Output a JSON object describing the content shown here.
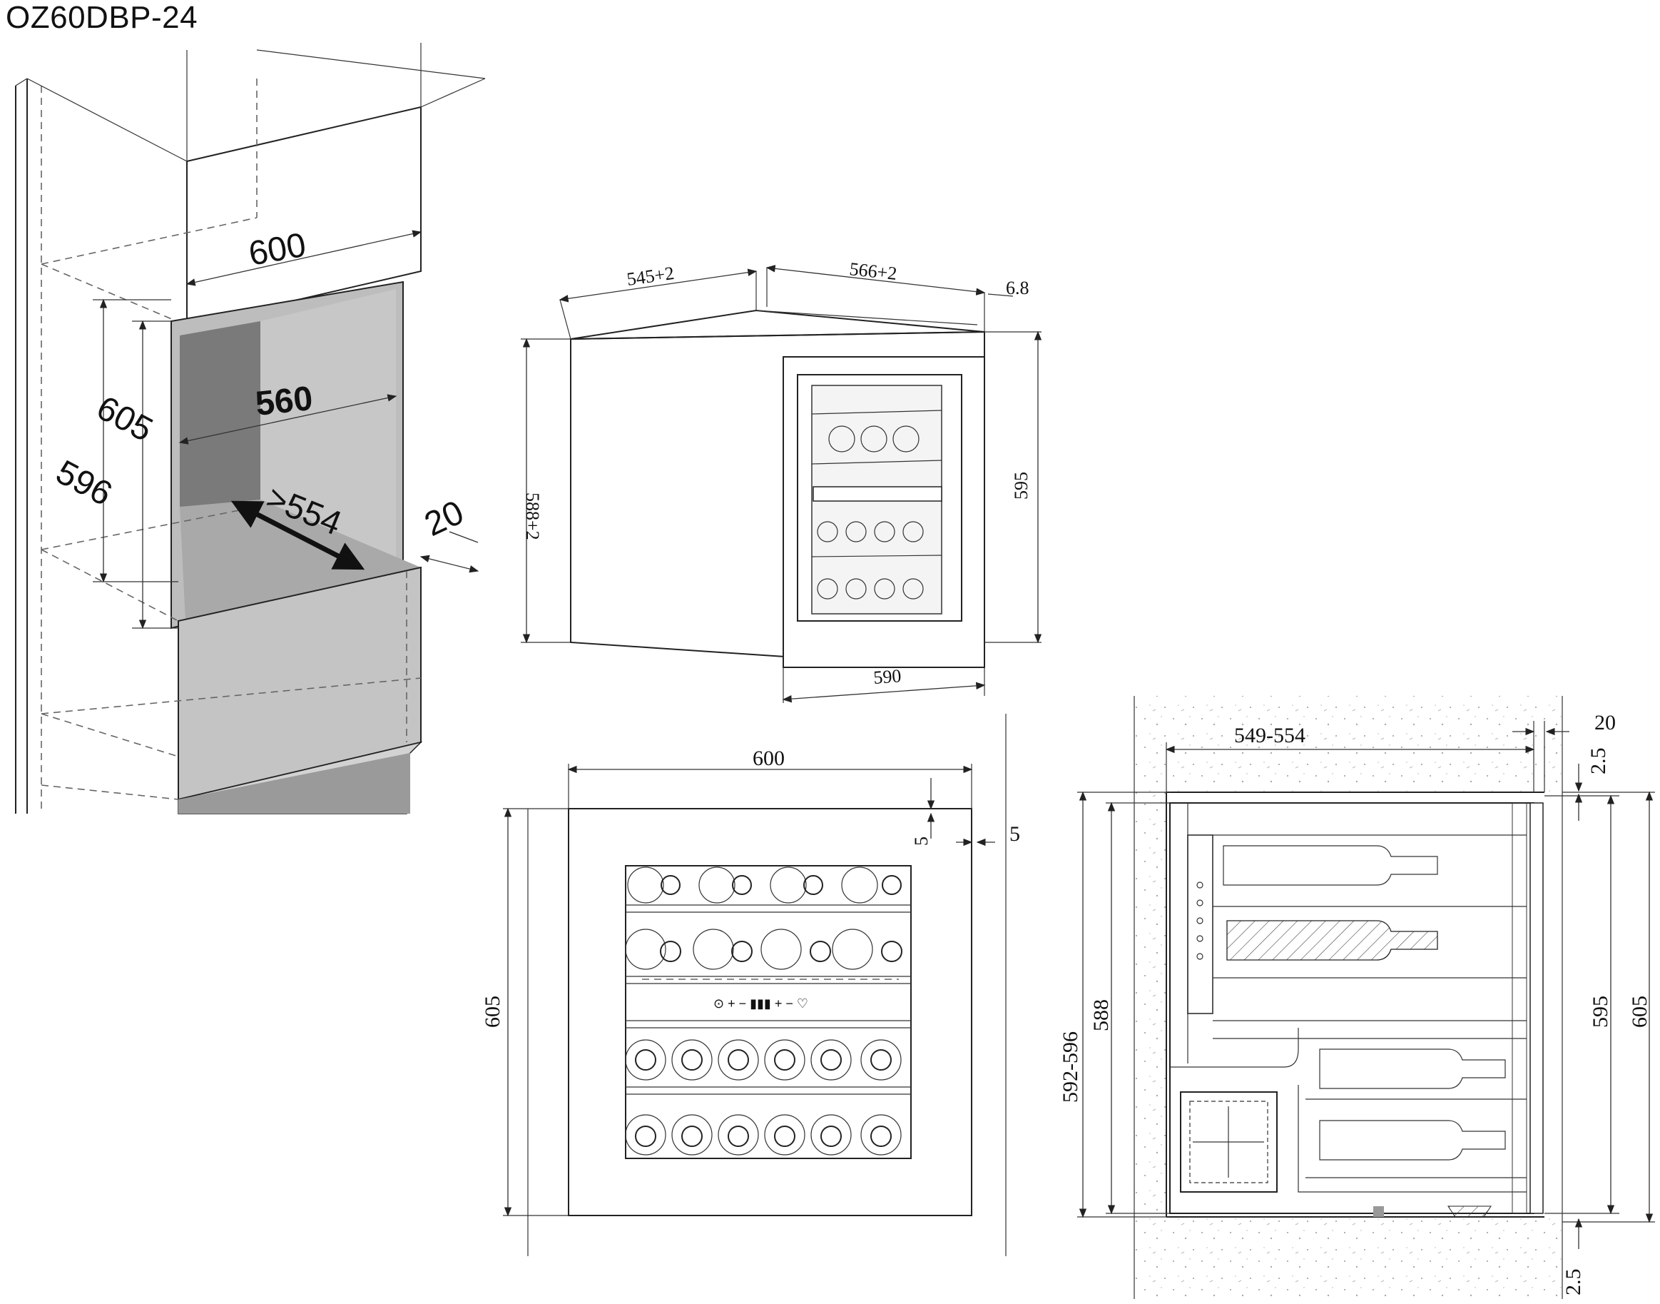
{
  "model": "OZ60DBP-24",
  "niche": {
    "width_top": "600",
    "inner_width": "560",
    "height_outer": "605",
    "height_inner": "596",
    "depth": ">554",
    "gap": "20"
  },
  "iso_view": {
    "depth_left": "545+2",
    "depth_right": "566+2",
    "panel": "6.8",
    "height_body": "588+2",
    "height_total": "595",
    "width_bottom": "590"
  },
  "front_view": {
    "width": "600",
    "height": "605",
    "margin_inner": "5",
    "margin_outer": "5",
    "panel_icons": "⊙ + − ▮▮▮ + − ♡"
  },
  "side_view": {
    "niche_depth": "549-554",
    "gap": "20",
    "top_gap": "2.5",
    "bottom_gap": "2.5",
    "niche_height": "592-596",
    "body_height": "588",
    "door_height": "595",
    "total_height": "605"
  }
}
